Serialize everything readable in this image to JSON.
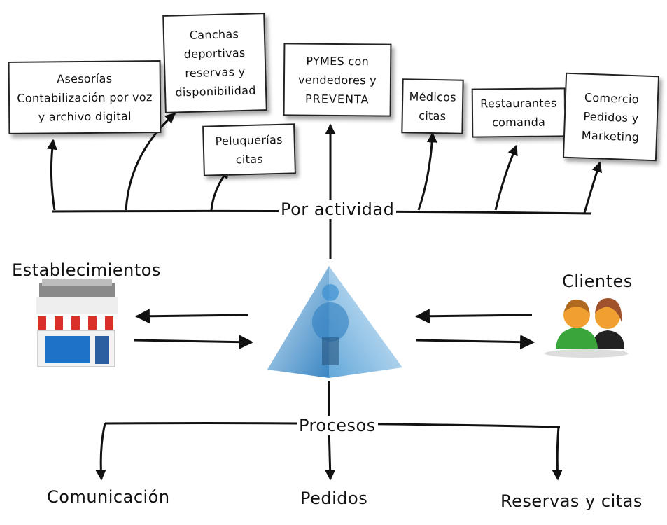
{
  "boxes": {
    "asesorias": [
      "Asesorías",
      "Contabilización por voz",
      "y archivo digital"
    ],
    "canchas": [
      "Canchas",
      "deportivas",
      "reservas y",
      "disponibilidad"
    ],
    "peluquerias": [
      "Peluquerías",
      "citas"
    ],
    "pymes": [
      "PYMES con",
      "vendedores y",
      "PREVENTA"
    ],
    "medicos": [
      "Médicos",
      "citas"
    ],
    "restaurantes": [
      "Restaurantes",
      "comanda"
    ],
    "comercio": [
      "Comercio",
      "Pedidos y",
      "Marketing"
    ]
  },
  "labels": {
    "por_actividad": "Por actividad",
    "establecimientos": "Establecimientos",
    "clientes": "Clientes",
    "procesos": "Procesos",
    "comunicacion": "Comunicación",
    "pedidos": "Pedidos",
    "reservas": "Reservas y citas"
  },
  "icons": {
    "store": "store-icon",
    "center": "pyramid-robot-icon",
    "clients": "users-icon"
  },
  "colors": {
    "line": "#111111",
    "awning_red": "#d9302a",
    "store_window": "#1e73c8",
    "pyramid_blue": "#3a8fd0",
    "user_orange": "#f0a030",
    "user_green": "#3aa53a"
  }
}
